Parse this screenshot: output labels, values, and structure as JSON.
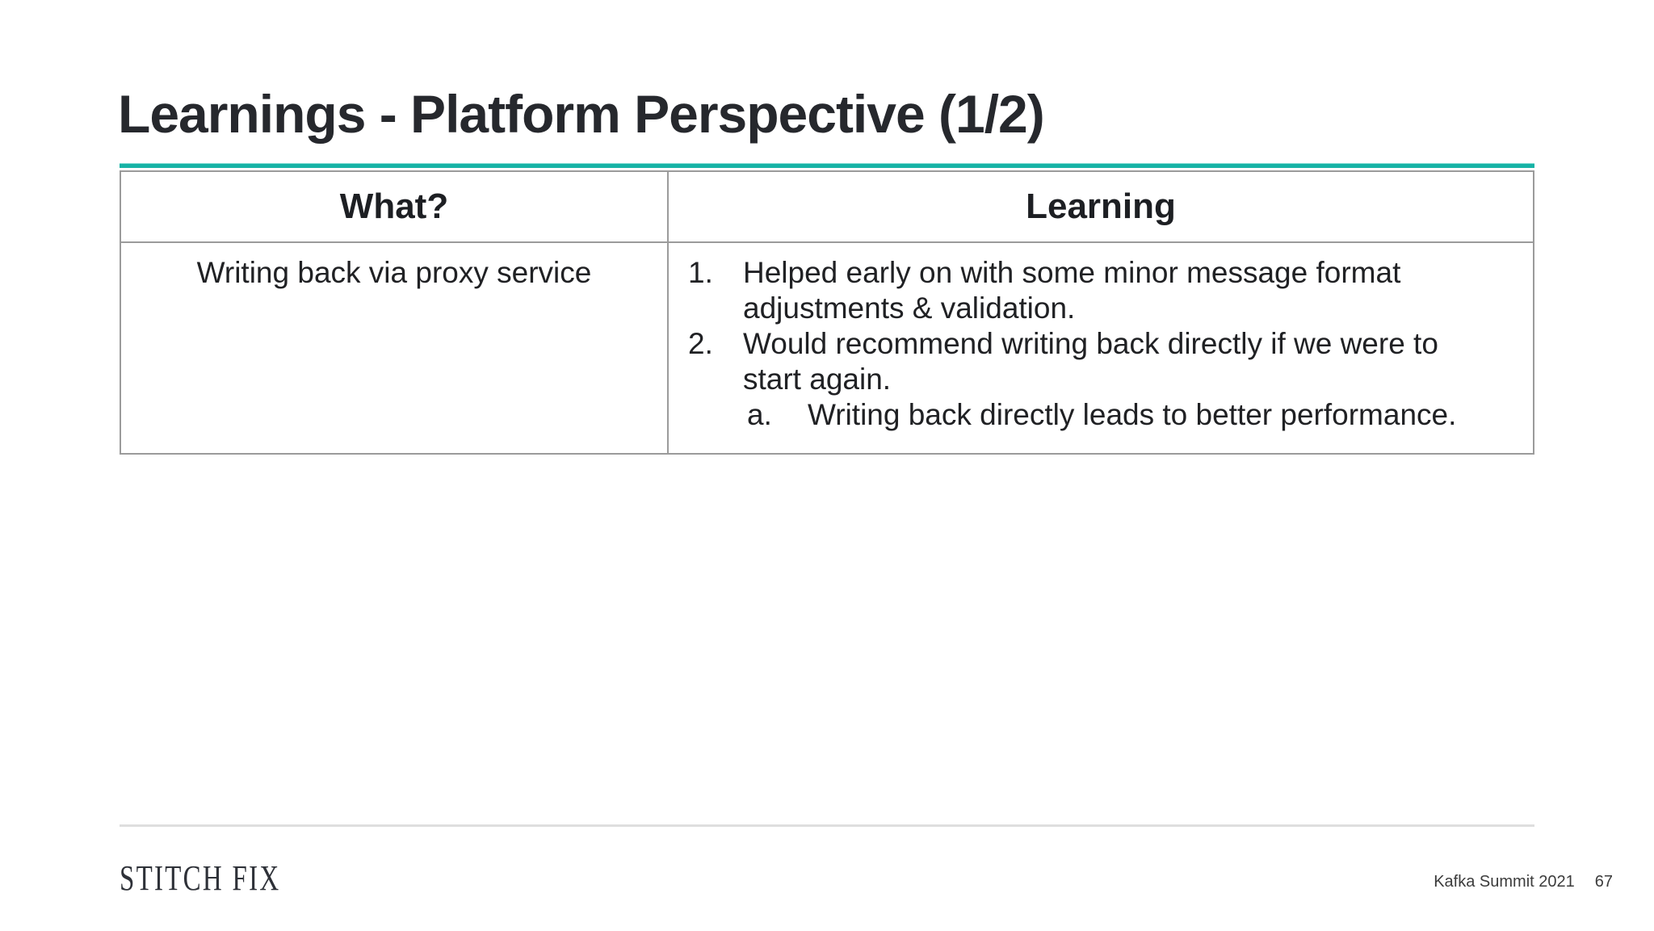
{
  "slide": {
    "title": "Learnings - Platform Perspective (1/2)",
    "accent_color": "#17b3a6",
    "table": {
      "headers": [
        "What?",
        "Learning"
      ],
      "rows": [
        {
          "what": "Writing back via proxy service",
          "learning_items": [
            {
              "marker": "1.",
              "text": "Helped early on with some minor message format\nadjustments & validation.",
              "level": 1
            },
            {
              "marker": "2.",
              "text": "Would recommend writing back directly if we were to\nstart again.",
              "level": 1
            },
            {
              "marker": "a.",
              "text": "Writing back directly leads to better performance.",
              "level": 2
            }
          ]
        }
      ]
    },
    "footer": {
      "logo_text": "STITCH FIX",
      "event_label": "Kafka Summit 2021",
      "page_number": "67"
    }
  }
}
